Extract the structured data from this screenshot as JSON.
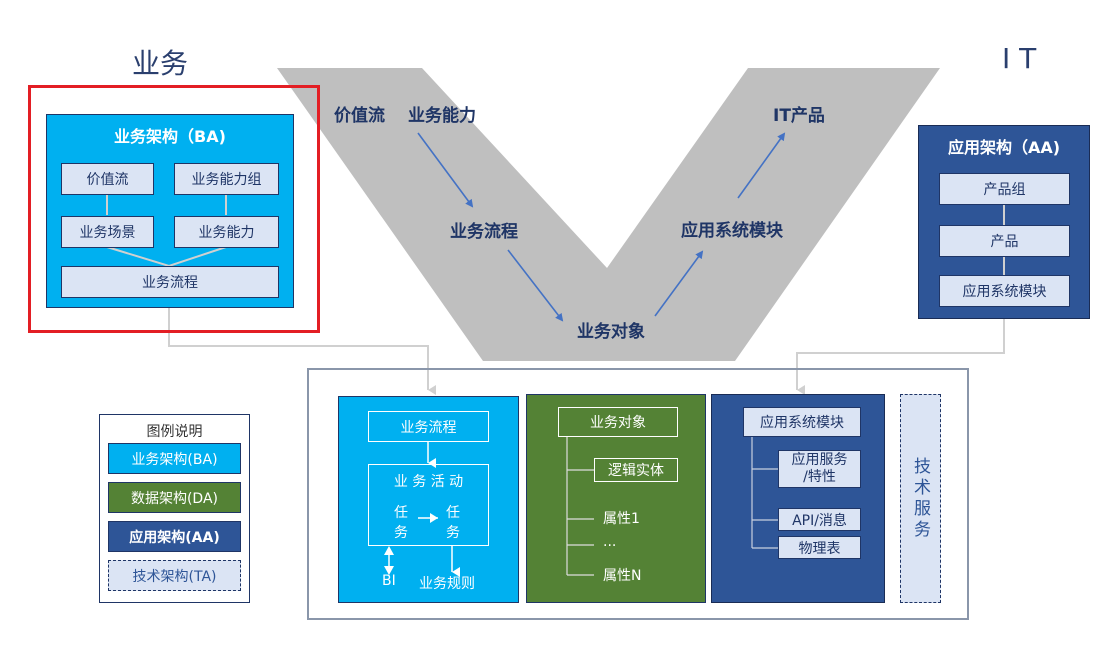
{
  "headings": {
    "business": "业务",
    "it": "I T"
  },
  "v_diagram": {
    "labels": {
      "value_stream": "价值流",
      "business_capability": "业务能力",
      "business_process": "业务流程",
      "business_object": "业务对象",
      "app_system_module": "应用系统模块",
      "it_product": "IT产品"
    }
  },
  "ba_box": {
    "title": "业务架构（BA)",
    "items": {
      "value_stream": "价值流",
      "capability_group": "业务能力组",
      "scenario": "业务场景",
      "capability": "业务能力",
      "process": "业务流程"
    }
  },
  "aa_box": {
    "title": "应用架构（AA)",
    "items": {
      "product_group": "产品组",
      "product": "产品",
      "module": "应用系统模块"
    }
  },
  "bottom": {
    "ba_panel": {
      "process": "业务流程",
      "activity": "业 务 活 动",
      "task1": "任务",
      "task2": "任务",
      "bi": "BI",
      "rules": "业务规则"
    },
    "da_panel": {
      "object": "业务对象",
      "entity": "逻辑实体",
      "attr1": "属性1",
      "ellipsis": "...",
      "attrN": "属性N"
    },
    "aa_panel": {
      "module": "应用系统模块",
      "service": "应用服务/特性",
      "service_line1": "应用服务",
      "service_line2": "/特性",
      "api": "API/消息",
      "table": "物理表"
    },
    "tech_service": "技术服务"
  },
  "legend": {
    "title": "图例说明",
    "items": [
      {
        "label": "业务架构(BA)",
        "color": "#00b0f0"
      },
      {
        "label": "数据架构(DA)",
        "color": "#548235"
      },
      {
        "label": "应用架构(AA)",
        "color": "#2e5597"
      },
      {
        "label": "技术架构(TA)",
        "color": "#dbe4f4"
      }
    ]
  },
  "colors": {
    "ba": "#00b0f0",
    "da": "#548235",
    "aa": "#2e5597",
    "ta": "#dbe4f4",
    "highlight": "#e31e24",
    "v_shape": "#bfbfbf",
    "arrow": "#4472c4"
  }
}
